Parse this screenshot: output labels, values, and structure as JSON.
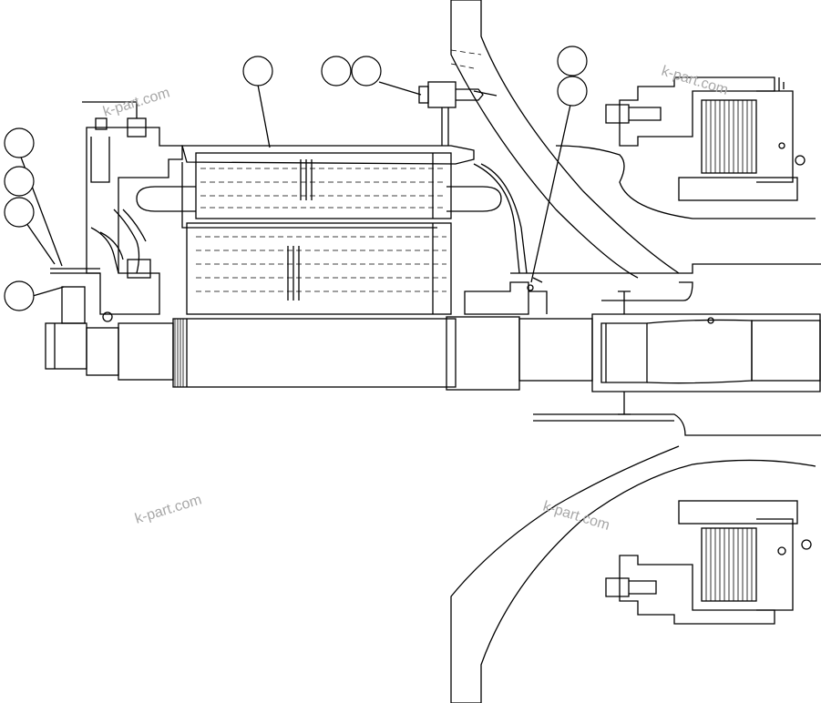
{
  "watermarks": [
    "k-part.com",
    "k-part.com",
    "k-part.com",
    "k-part.com"
  ],
  "callout_labels": [
    "",
    "",
    "",
    "",
    "",
    "",
    "",
    "",
    "",
    ""
  ]
}
